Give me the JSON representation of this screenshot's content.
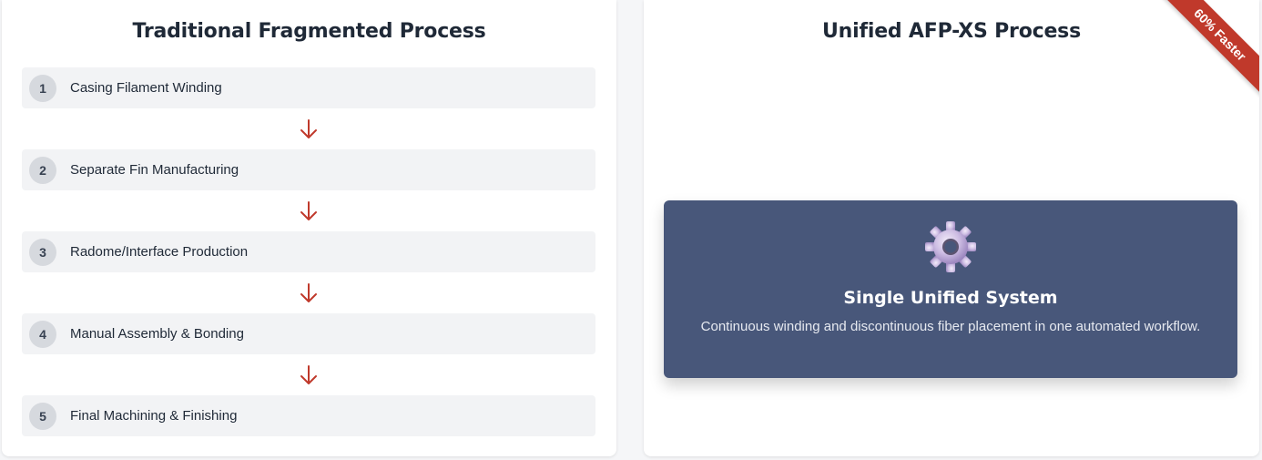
{
  "left_panel": {
    "title": "Traditional Fragmented Process",
    "steps": [
      {
        "number": "1",
        "label": "Casing Filament Winding"
      },
      {
        "number": "2",
        "label": "Separate Fin Manufacturing"
      },
      {
        "number": "3",
        "label": "Radome/Interface Production"
      },
      {
        "number": "4",
        "label": "Manual Assembly & Bonding"
      },
      {
        "number": "5",
        "label": "Final Machining & Finishing"
      }
    ],
    "arrow_icon": "arrow-down-icon",
    "arrow_color": "#c0392b"
  },
  "right_panel": {
    "title": "Unified AFP-XS Process",
    "badge": "60% Faster",
    "badge_color": "#c0392b",
    "box": {
      "icon": "gear-icon",
      "title": "Single Unified System",
      "description": "Continuous winding and discontinuous fiber placement in one automated workflow.",
      "background": "#48577a"
    }
  }
}
